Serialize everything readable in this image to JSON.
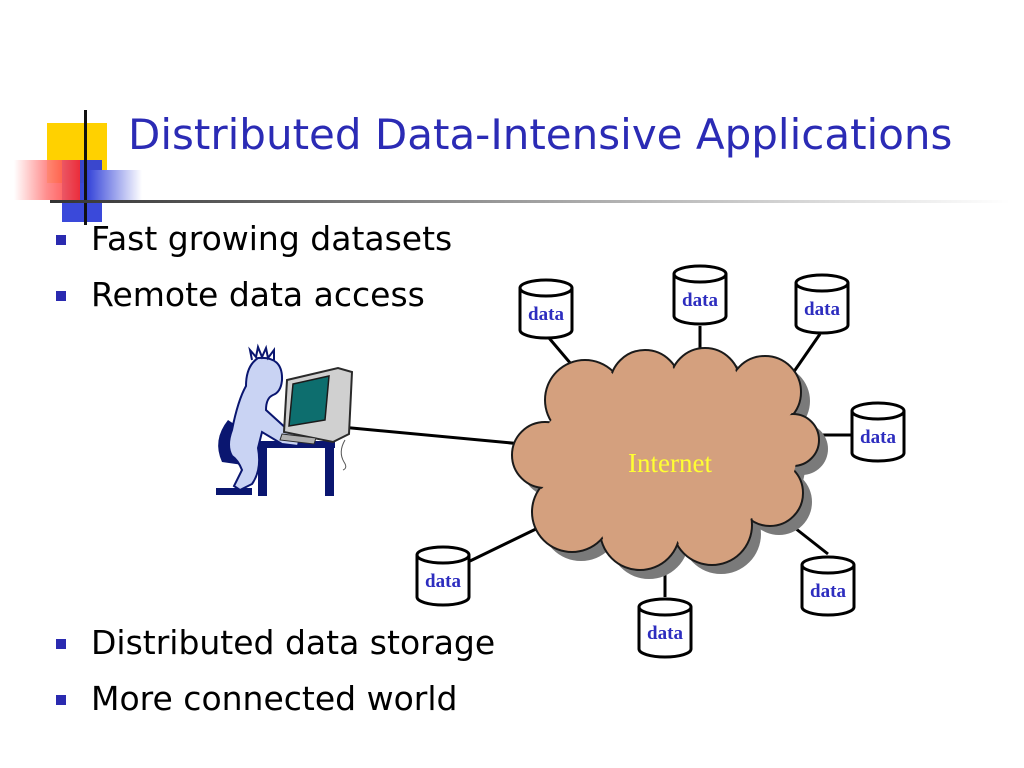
{
  "slide": {
    "title": "Distributed Data-Intensive Applications",
    "bullets_top": [
      "Fast growing datasets",
      "Remote data access"
    ],
    "bullets_bottom": [
      "Distributed data storage",
      "More connected world"
    ]
  },
  "diagram": {
    "cloud_label": "Internet",
    "data_node_label": "data",
    "colors": {
      "title": "#2b2bb5",
      "bullet_marker": "#2a2ab0",
      "cloud_fill": "#d4a07e",
      "cloud_shadow": "#7a7a7a",
      "cloud_label": "#ffff33",
      "data_label": "#2d2dbf",
      "accent_yellow": "#ffd100",
      "accent_blue": "#2f3fd8",
      "accent_red": "#ff3a3a"
    },
    "icons": [
      "person-at-computer-icon",
      "database-cylinder-icon",
      "internet-cloud-icon",
      "title-decoration-icon"
    ]
  }
}
